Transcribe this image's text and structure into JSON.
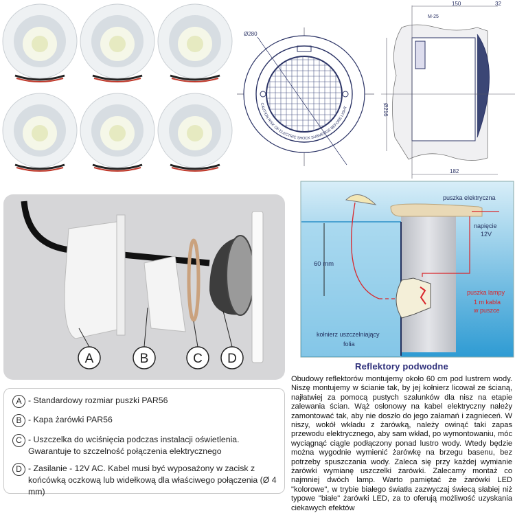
{
  "lamp_photos": {
    "count": 6
  },
  "front_view": {
    "diameter_label": "Ø280",
    "ring_text": "CAUTION RISK OF ELECTRIC SHOCK SUBMERGE BEFORE LIGHTING"
  },
  "side_view": {
    "dim_top_1": "150",
    "dim_top_2": "32",
    "dim_bottom": "182",
    "dim_height": "Ø216",
    "thread_label": "M-25"
  },
  "exploded_view": {
    "labels": [
      "A",
      "B",
      "C",
      "D"
    ]
  },
  "legend": {
    "items": [
      {
        "badge": "A",
        "text": "- Standardowy rozmiar puszki PAR56"
      },
      {
        "badge": "B",
        "text": "- Kapa żarówki PAR56"
      },
      {
        "badge": "C",
        "text": "- Uszczelka do wciśnięcia podczas instalacji oświetlenia. Gwarantuje to szczelność połączenia elektrycznego"
      },
      {
        "badge": "D",
        "text": "- Zasilanie - 12V AC. Kabel musi być wyposażony w zacisk z końcówką oczkową lub widełkową dla właściwego połączenia (Ø 4 mm)"
      }
    ]
  },
  "install_diagram": {
    "electric_box": "puszka elektryczna",
    "voltage_1": "napięcie",
    "voltage_2": "12V",
    "depth": "60 mm",
    "lamp_box": "puszka lampy",
    "cable_1": "1 m kabla",
    "cable_2": "w puszce",
    "flange": "kołnierz uszczelniający",
    "foil": "folia",
    "colors": {
      "water": "#3aa6d8",
      "wall": "#c9ccd2",
      "cable": "#d9262b",
      "label": "#23305e"
    }
  },
  "article": {
    "title": "Reflektory podwodne",
    "body": "Obudowy reflektorów montujemy około 60 cm pod lustrem wody. Niszę montujemy w ścianie tak, by jej kołnierz licował ze ścianą, najłatwiej za pomocą pustych  szalunków  dla nisz na etapie zalewania ścian. Wąż osłonowy na kabel elektryczny należy zamontować tak, aby nie doszło do jego załamań i zagnieceń. W niszy, wokół wkładu z żarówką, należy owinąć taki zapas przewodu elektrycznego, aby sam wkład, po wymontowaniu, móc wyciągnąć ciągle podłączony ponad lustro wody. Wtedy będzie można wygodnie wymienić żarówkę na brzegu basenu, bez potrzeby spuszczania wody. Zaleca się przy każdej wymianie żarówki wymianę uszczelki żarówki. Zalecamy montaż co najmniej dwóch lamp. Warto pamiętać że żarówki LED \"kolorowe\", w trybie białego światła zazwyczaj świecą słabiej niż typowe \"białe\" żarówki LED, za to oferują możliwość uzyskania ciekawych efektów"
  }
}
